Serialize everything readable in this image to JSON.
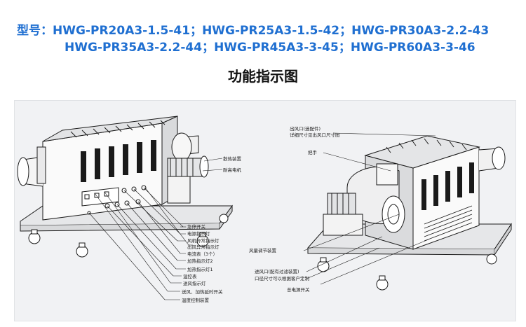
{
  "models": {
    "prefix": "型号：",
    "line1": "HWG-PR20A3-1.5-41；HWG-PR25A3-1.5-42；HWG-PR30A3-2.2-43",
    "line2": "HWG-PR35A3-2.2-44；HWG-PR45A3-3-45；HWG-PR60A3-3-46"
  },
  "heading": "功能指示图",
  "labels_left": {
    "motor_fan": "散热装置",
    "drive_motor": "耐高电机",
    "emergency_switch": "急停开关",
    "power_indicator": "电源指示灯",
    "fan_run_indicator": "风机异常指示灯",
    "outlet_indicator": "出风异常指示灯",
    "thermostat_3": "电流表（3个）",
    "heat_indicator_2": "加热指示灯2",
    "heat_indicator_1": "加热指示灯1",
    "thermostat": "温控表",
    "fan_indicator": "送风指示灯",
    "fan_heat_switch": "送风、加热延时开关",
    "temp_control": "温度控制装置"
  },
  "labels_right": {
    "outlet_spec": "出风口(选配件)",
    "outlet_detail": "详细尺寸见出风口尺寸图",
    "handle": "把手",
    "air_adjust": "风量调节装置",
    "inlet": "进风口(配有过滤装置)",
    "inlet_note": "口径尺寸可以根据客户定制",
    "main_switch": "总电源开关"
  },
  "colors": {
    "title_blue": "#1f6fd1",
    "line": "#1a1a1a",
    "panel_bg": "#f1f2f4"
  },
  "icons": [
    "industrial-air-heater-front",
    "industrial-air-heater-rear"
  ]
}
